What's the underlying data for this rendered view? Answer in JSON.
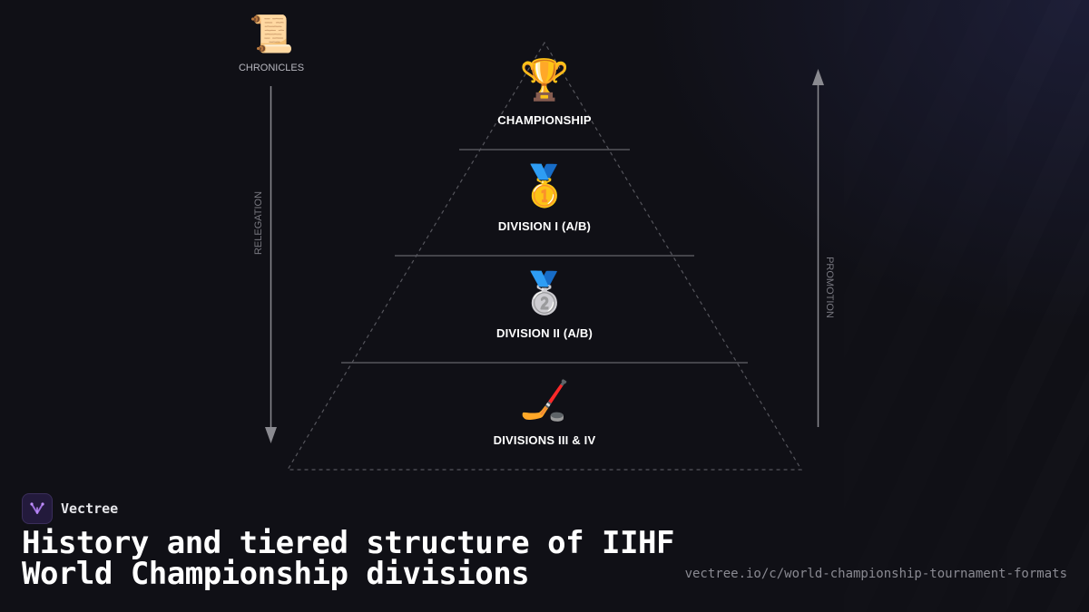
{
  "chronicles": {
    "icon": "📜",
    "icon_name": "scroll-icon",
    "label": "CHRONICLES"
  },
  "axis_labels": {
    "relegation": "RELEGATION",
    "promotion": "PROMOTION"
  },
  "tiers": [
    {
      "icon": "🏆",
      "icon_name": "trophy-icon",
      "label": "CHAMPIONSHIP"
    },
    {
      "icon": "🥇",
      "icon_name": "gold-medal-icon",
      "label": "DIVISION I (A/B)"
    },
    {
      "icon": "🥈",
      "icon_name": "silver-medal-icon",
      "label": "DIVISION II (A/B)"
    },
    {
      "icon": "🏒",
      "icon_name": "hockey-stick-icon",
      "label": "DIVISIONS III & IV"
    }
  ],
  "brand": {
    "name": "Vectree",
    "logo_icon": "vectree-logo-icon"
  },
  "title": "History and tiered structure of IIHF World Championship divisions",
  "url": "vectree.io/c/world-championship-tournament-formats",
  "colors": {
    "background": "#101016",
    "pyramid_line": "#55555c",
    "arrow": "#8a8a90",
    "accent": "#a070e0"
  }
}
